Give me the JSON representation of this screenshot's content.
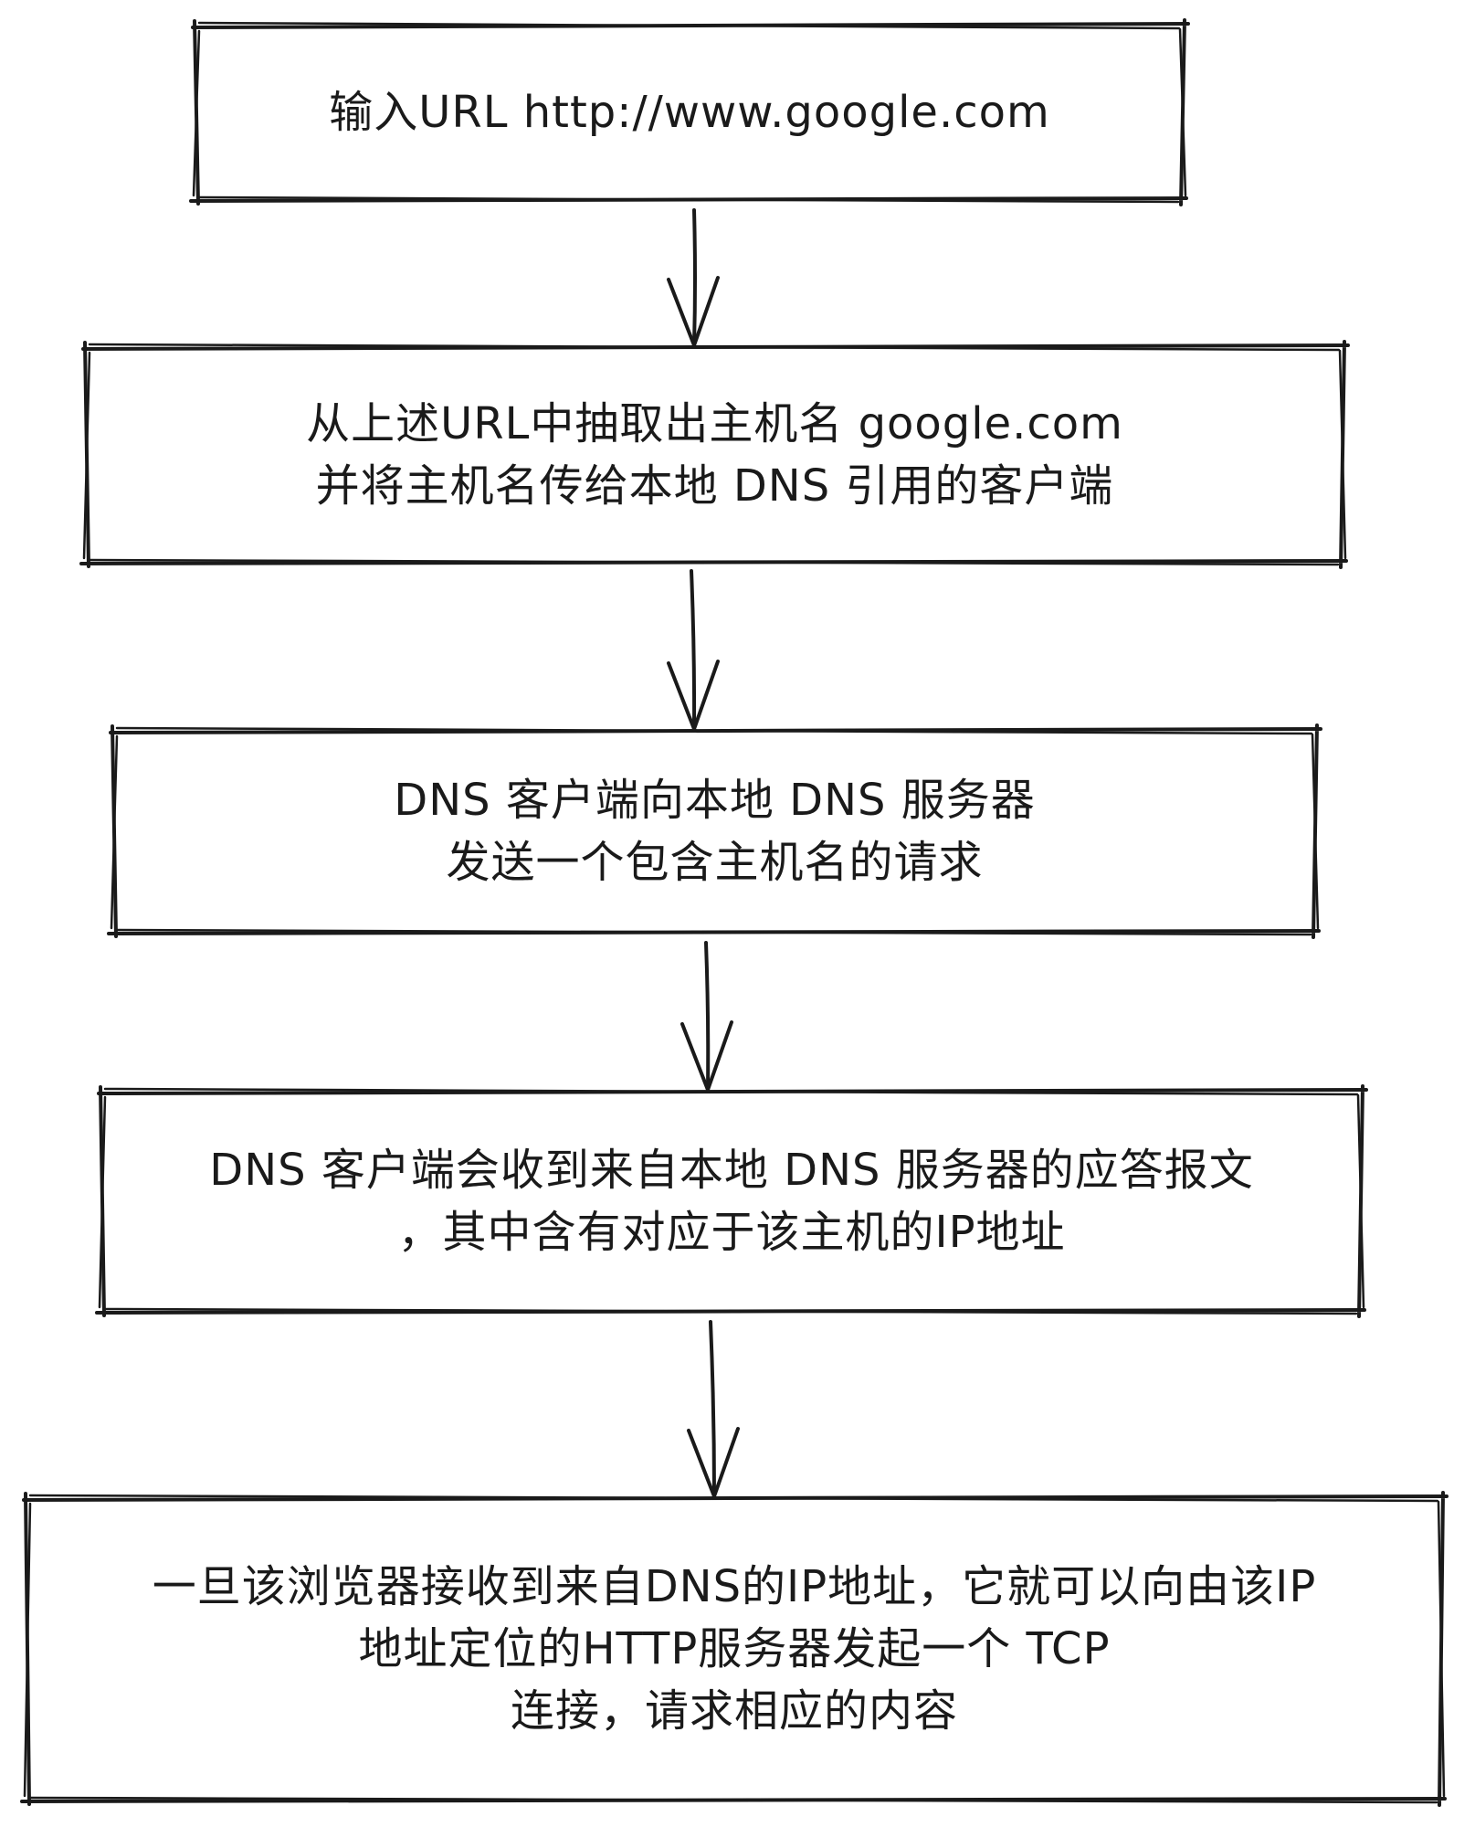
{
  "diagram": {
    "type": "flowchart",
    "stroke_color": "#1a1a1a",
    "background": "#ffffff",
    "steps": [
      {
        "lines": [
          "输入URL http://www.google.com"
        ]
      },
      {
        "lines": [
          "从上述URL中抽取出主机名 google.com",
          "并将主机名传给本地 DNS 引用的客户端"
        ]
      },
      {
        "lines": [
          "DNS 客户端向本地 DNS 服务器",
          "发送一个包含主机名的请求"
        ]
      },
      {
        "lines": [
          "DNS 客户端会收到来自本地 DNS 服务器的应答报文",
          "，其中含有对应于该主机的IP地址"
        ]
      },
      {
        "lines": [
          "一旦该浏览器接收到来自DNS的IP地址，它就可以向由该IP",
          "地址定位的HTTP服务器发起一个 TCP",
          "连接，请求相应的内容"
        ]
      }
    ]
  }
}
